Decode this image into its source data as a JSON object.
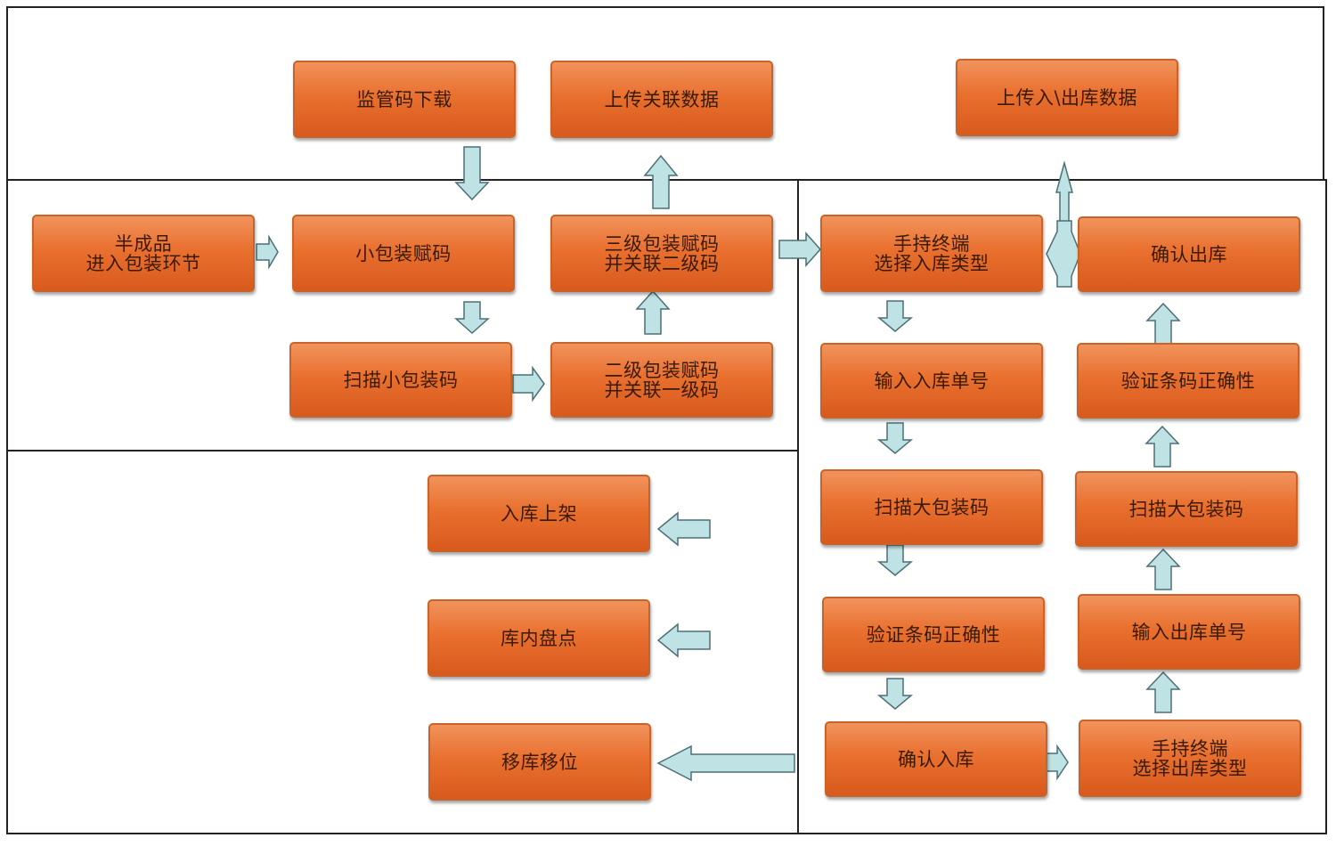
{
  "nodes": {
    "code_download": "监管码下载",
    "upload_link": "上传关联数据",
    "upload_io": "上传入\\出库数据",
    "semi_product": [
      "半成品",
      "进入包装环节"
    ],
    "small_pack_code": "小包装赋码",
    "lvl3_pack": [
      "三级包装赋码",
      "并关联二级码"
    ],
    "scan_small": "扫描小包装码",
    "lvl2_pack": [
      "二级包装赋码",
      "并关联一级码"
    ],
    "handheld_in": [
      "手持终端",
      "选择入库类型"
    ],
    "input_in_no": "输入入库单号",
    "scan_big_in": "扫描大包装码",
    "verify_in": "验证条码正确性",
    "confirm_in": "确认入库",
    "confirm_out": "确认出库",
    "verify_out": "验证条码正确性",
    "scan_big_out": "扫描大包装码",
    "input_out_no": "输入出库单号",
    "handheld_out": [
      "手持终端",
      "选择出库类型"
    ],
    "shelving": "入库上架",
    "stocktake": "库内盘点",
    "relocate": "移库移位"
  }
}
